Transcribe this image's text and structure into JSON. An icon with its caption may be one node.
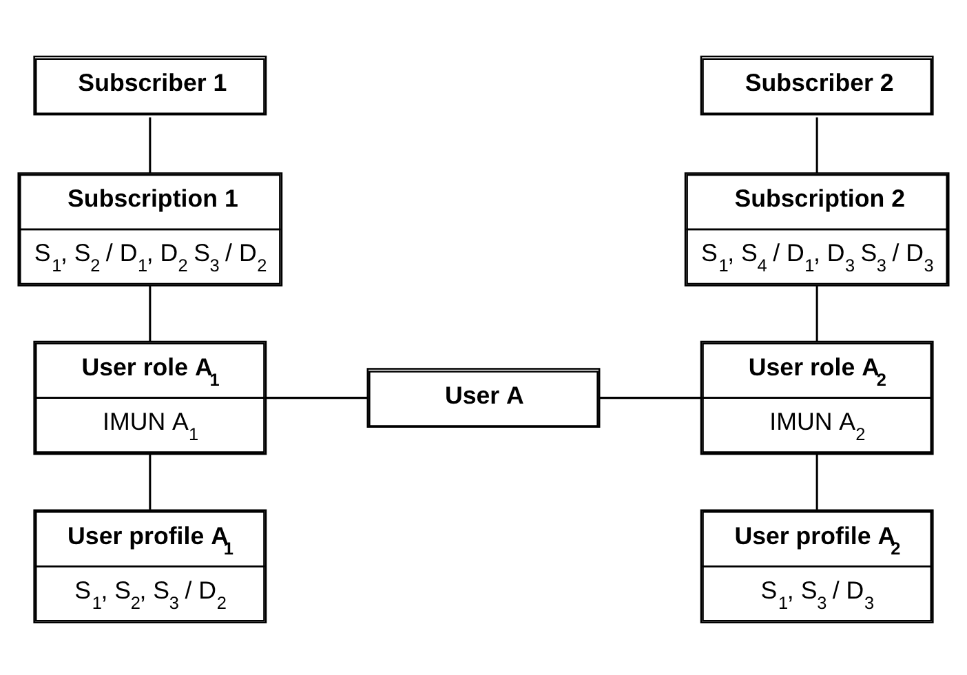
{
  "diagram": {
    "nodes": [
      {
        "text": [
          "Subscriber 1"
        ]
      },
      {
        "text": [
          "Subscription 1",
          "S$_{1}$, S$_{2}$ / D$_{1}$, D$_{2}$ S$_{3}$ / D$_{2}$"
        ]
      },
      {
        "text": [
          "User role A$_{1}$",
          "IMUN A$_{1}$"
        ]
      },
      {
        "text": [
          "User profile A$_{1}$",
          "S$_{1}$, S$_{2}$, S$_{3}$ / D$_{2}$"
        ]
      },
      {
        "text": [
          "User A"
        ]
      },
      {
        "text": [
          "Subscriber 2"
        ]
      },
      {
        "text": [
          "Subscription 2",
          "S$_{1}$, S$_{4}$ / D$_{1}$, D$_{3}$ S$_{3}$ / D$_{3}$"
        ]
      },
      {
        "text": [
          "User role A$_{2}$",
          "IMUN A$_{2}$"
        ]
      },
      {
        "text": [
          "User profile A$_{2}$",
          "S$_{1}$, S$_{3}$ / D$_{3}$"
        ]
      }
    ],
    "edges": [
      {
        "from": 0,
        "to": 1,
        "arrow": "none"
      },
      {
        "from": 1,
        "to": 2,
        "arrow": "none"
      },
      {
        "from": 2,
        "to": 3,
        "arrow": "none"
      },
      {
        "from": 2,
        "to": 4,
        "arrow": "none"
      },
      {
        "from": 4,
        "to": 7,
        "arrow": "none"
      },
      {
        "from": 5,
        "to": 6,
        "arrow": "none"
      },
      {
        "from": 6,
        "to": 7,
        "arrow": "none"
      },
      {
        "from": 7,
        "to": 8,
        "arrow": "none"
      }
    ]
  }
}
